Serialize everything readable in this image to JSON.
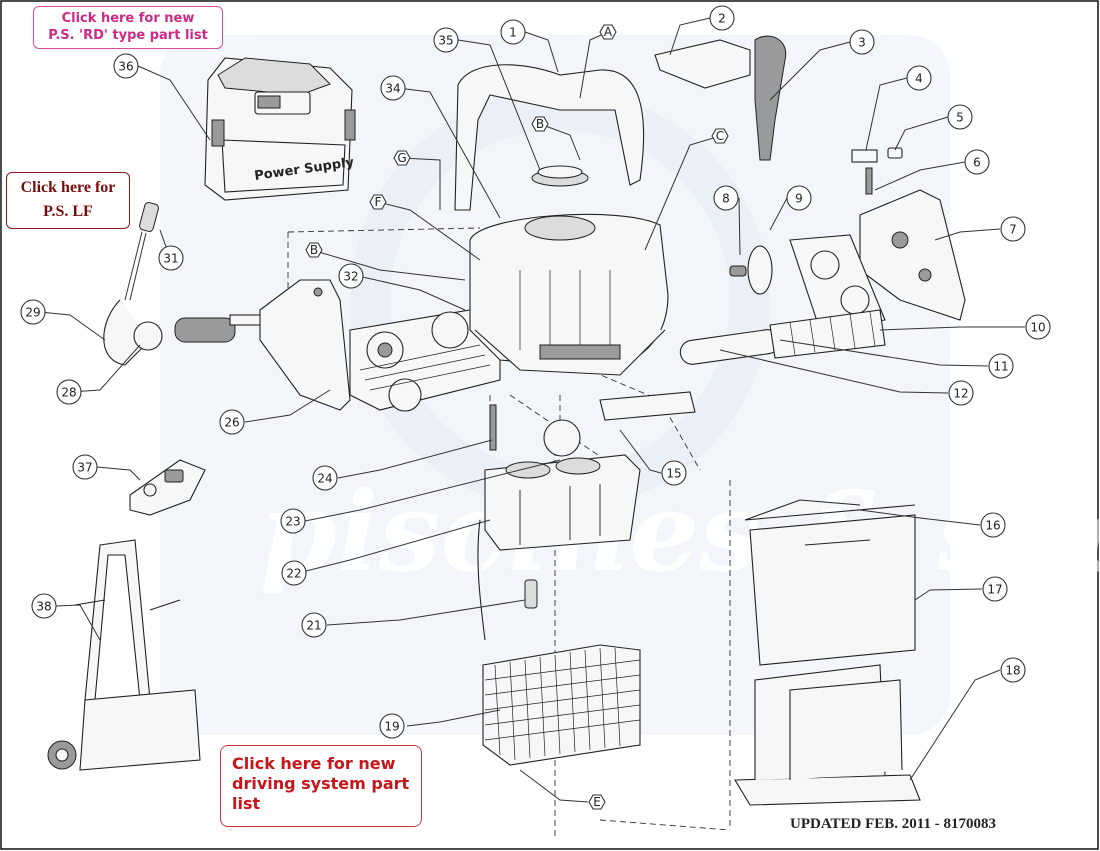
{
  "links": {
    "rd_line1": "Click here for new",
    "rd_line2": "P.S. 'RD' type  part list",
    "lf_line1": "Click here for",
    "lf_line2": "P.S. LF",
    "ds_line1": "Click here for new",
    "ds_line2": "driving system part",
    "ds_line3": "list"
  },
  "footer": {
    "updated": "UPDATED FEB. 2011 - 8170083"
  },
  "power_supply_label": "Power Supply",
  "watermark": "piscines & spas",
  "callouts": {
    "c1": "1",
    "c2": "2",
    "c3": "3",
    "c4": "4",
    "c5": "5",
    "c6": "6",
    "c7": "7",
    "c8": "8",
    "c9": "9",
    "c10": "10",
    "c11": "11",
    "c12": "12",
    "c15": "15",
    "c16": "16",
    "c17": "17",
    "c18": "18",
    "c19": "19",
    "c21": "21",
    "c22": "22",
    "c23": "23",
    "c24": "24",
    "c26": "26",
    "c28": "28",
    "c29": "29",
    "c31": "31",
    "c32": "32",
    "c34": "34",
    "c35": "35",
    "c36": "36",
    "c37": "37",
    "c38": "38",
    "cA": "A",
    "cB1": "B",
    "cB2": "B",
    "cC": "C",
    "cE": "E",
    "cF": "F",
    "cG": "G"
  },
  "colors": {
    "rd_link": "#cc2a86",
    "lf_link": "#7a0c0c",
    "ds_link": "#c8151a",
    "watermark": "#dde7f2"
  }
}
